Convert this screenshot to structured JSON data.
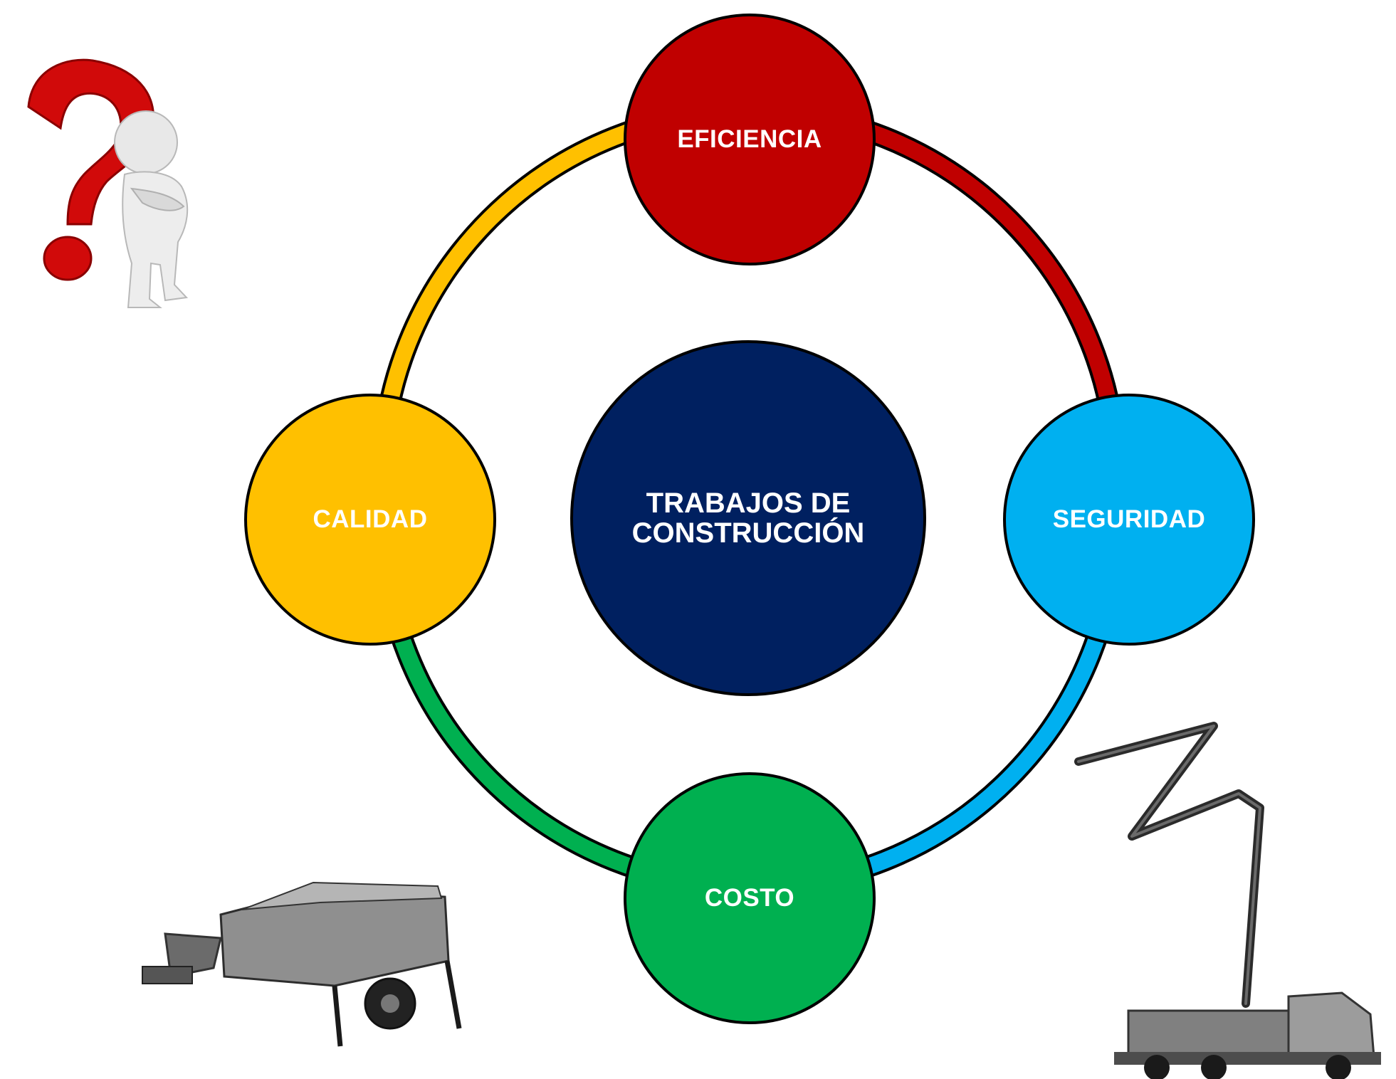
{
  "diagram": {
    "center": {
      "label": "TRABAJOS DE\nCONSTRUCCIÓN",
      "color": "#002060"
    },
    "nodes": [
      {
        "id": "top",
        "label": "EFICIENCIA",
        "color": "#C00000"
      },
      {
        "id": "right",
        "label": "SEGURIDAD",
        "color": "#00B0F0"
      },
      {
        "id": "bottom",
        "label": "COSTO",
        "color": "#00B050"
      },
      {
        "id": "left",
        "label": "CALIDAD",
        "color": "#FFC000"
      }
    ],
    "ring_colors": {
      "top_right": "#C00000",
      "right_bottom": "#00B0F0",
      "bottom_left": "#00B050",
      "left_top": "#FFC000"
    }
  },
  "illustrations": [
    {
      "name": "question-mark-person-icon"
    },
    {
      "name": "concrete-pump-trailer"
    },
    {
      "name": "concrete-pump-truck"
    }
  ]
}
